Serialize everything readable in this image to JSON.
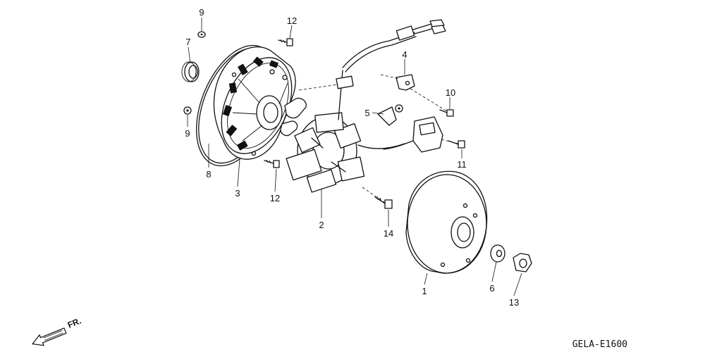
{
  "diagram": {
    "ref_code": "GELA-E1600",
    "direction_label": "FR.",
    "part_numbers": [
      {
        "id": "p1",
        "label": "1"
      },
      {
        "id": "p2",
        "label": "2"
      },
      {
        "id": "p3",
        "label": "3"
      },
      {
        "id": "p4",
        "label": "4"
      },
      {
        "id": "p5",
        "label": "5"
      },
      {
        "id": "p6",
        "label": "6"
      },
      {
        "id": "p7",
        "label": "7"
      },
      {
        "id": "p8",
        "label": "8"
      },
      {
        "id": "p9a",
        "label": "9"
      },
      {
        "id": "p9b",
        "label": "9"
      },
      {
        "id": "p10",
        "label": "10"
      },
      {
        "id": "p11",
        "label": "11"
      },
      {
        "id": "p12a",
        "label": "12"
      },
      {
        "id": "p12b",
        "label": "12"
      },
      {
        "id": "p13",
        "label": "13"
      },
      {
        "id": "p14",
        "label": "14"
      }
    ]
  }
}
